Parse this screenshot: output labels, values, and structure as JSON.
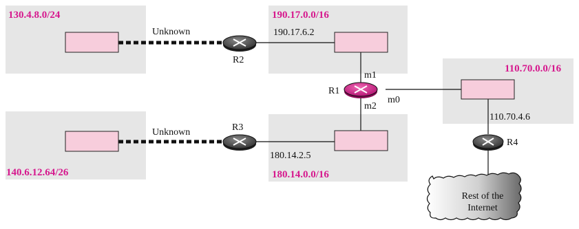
{
  "networks": {
    "top_left": "130.4.8.0/24",
    "top_middle": "190.17.0.0/16",
    "right": "110.70.0.0/16",
    "bottom_left": "140.6.12.64/26",
    "bottom_middle": "180.14.0.0/16"
  },
  "links": {
    "unknown_top": "Unknown",
    "unknown_bottom": "Unknown"
  },
  "addresses": {
    "r2_link": "190.17.6.2",
    "r3_link": "180.14.2.5",
    "r4_link": "110.70.4.6"
  },
  "routers": {
    "r1": "R1",
    "r2": "R2",
    "r3": "R3",
    "r4": "R4"
  },
  "interfaces": {
    "m0": "m0",
    "m1": "m1",
    "m2": "m2"
  },
  "cloud": {
    "line1": "Rest of the",
    "line2": "Internet"
  },
  "colors": {
    "network_bg": "#e6e6e6",
    "host_box": "#f7cddc",
    "label_magenta": "#d6178d",
    "router_main": "#d6178d",
    "router_other": "#4a4a4a"
  }
}
